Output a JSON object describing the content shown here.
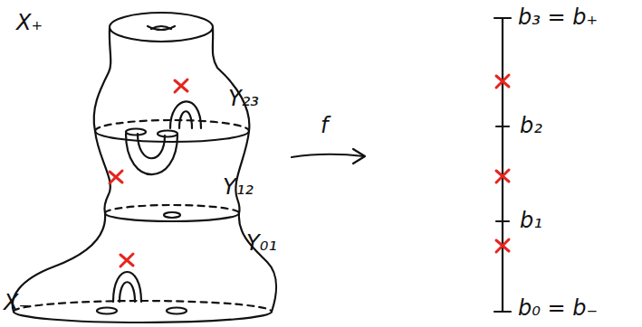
{
  "diagram": {
    "labels": [
      "X₊",
      "Y₂₃",
      "Y₁₂",
      "Y₀₁",
      "X₋",
      "f",
      "b₃ = b₊",
      "b₂",
      "b₁",
      "b₀ = b₋"
    ]
  }
}
